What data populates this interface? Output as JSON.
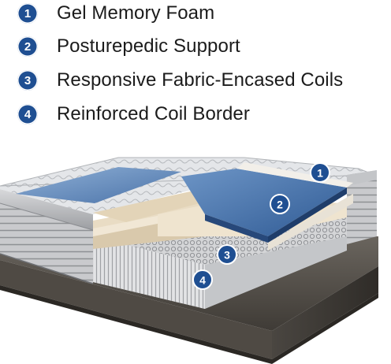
{
  "features": [
    {
      "number": "1",
      "label": "Gel Memory Foam"
    },
    {
      "number": "2",
      "label": "Posturepedic Support"
    },
    {
      "number": "3",
      "label": "Responsive Fabric-Encased Coils"
    },
    {
      "number": "4",
      "label": "Reinforced Coil Border"
    }
  ],
  "callouts": [
    "1",
    "2",
    "3",
    "4"
  ],
  "colors": {
    "badge": "#1f4f92",
    "gel": "#4a76ad",
    "foam": "#e6dac6",
    "base": "#55504a",
    "quilt": "#d9dbde"
  }
}
